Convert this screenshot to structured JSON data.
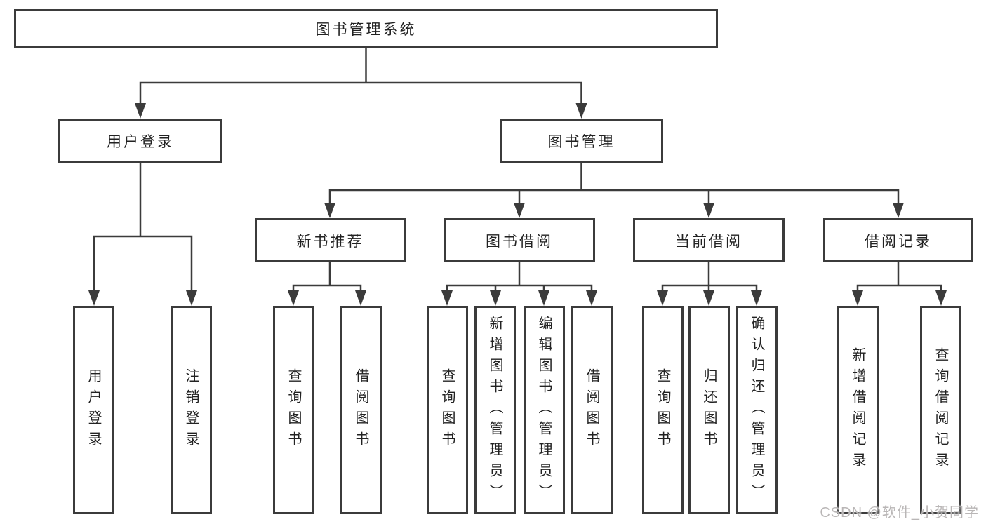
{
  "diagram": {
    "type": "hierarchy-tree",
    "title": "图书管理系统",
    "colors": {
      "line": "#3b3b3b",
      "box_border": "#3b3b3b",
      "text": "#222222",
      "background": "#ffffff",
      "watermark": "#b9b6b6"
    },
    "tree": {
      "label": "图书管理系统",
      "children": [
        {
          "label": "用户登录",
          "children": [
            {
              "label": "用户登录"
            },
            {
              "label": "注销登录"
            }
          ]
        },
        {
          "label": "图书管理",
          "children": [
            {
              "label": "新书推荐",
              "children": [
                {
                  "label": "查询图书"
                },
                {
                  "label": "借阅图书"
                }
              ]
            },
            {
              "label": "图书借阅",
              "children": [
                {
                  "label": "查询图书"
                },
                {
                  "label": "新增图书（管理员）"
                },
                {
                  "label": "编辑图书（管理员）"
                },
                {
                  "label": "借阅图书"
                }
              ]
            },
            {
              "label": "当前借阅",
              "children": [
                {
                  "label": "查询图书"
                },
                {
                  "label": "归还图书"
                },
                {
                  "label": "确认归还（管理员）"
                }
              ]
            },
            {
              "label": "借阅记录",
              "children": [
                {
                  "label": "新增借阅记录"
                },
                {
                  "label": "查询借阅记录"
                }
              ]
            }
          ]
        }
      ]
    }
  },
  "watermark": {
    "text": "CSDN @软件_小贺同学"
  }
}
